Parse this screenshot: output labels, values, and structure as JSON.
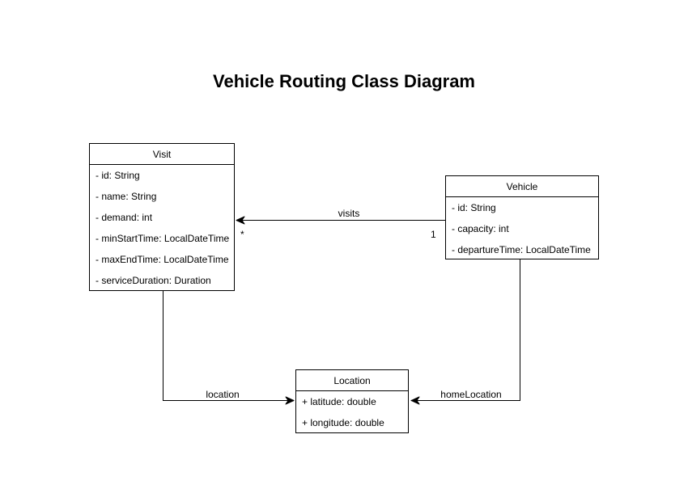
{
  "title": "Vehicle Routing Class Diagram",
  "colors": {
    "stroke": "#000000",
    "text": "#000000",
    "background": "#ffffff"
  },
  "diagram": {
    "classes": [
      {
        "name": "Visit",
        "attributes": [
          "- id: String",
          "- name: String",
          "- demand: int",
          "- minStartTime: LocalDateTime",
          "- maxEndTime: LocalDateTime",
          "- serviceDuration: Duration"
        ]
      },
      {
        "name": "Vehicle",
        "attributes": [
          "- id: String",
          "- capacity: int",
          "- departureTime: LocalDateTime"
        ]
      },
      {
        "name": "Location",
        "attributes": [
          "+ latitude: double",
          "+ longitude: double"
        ]
      }
    ],
    "associations": [
      {
        "label": "visits",
        "from": "Vehicle",
        "to": "Visit",
        "source_multiplicity": "1",
        "target_multiplicity": "*"
      },
      {
        "label": "location",
        "from": "Visit",
        "to": "Location"
      },
      {
        "label": "homeLocation",
        "from": "Vehicle",
        "to": "Location"
      }
    ]
  }
}
